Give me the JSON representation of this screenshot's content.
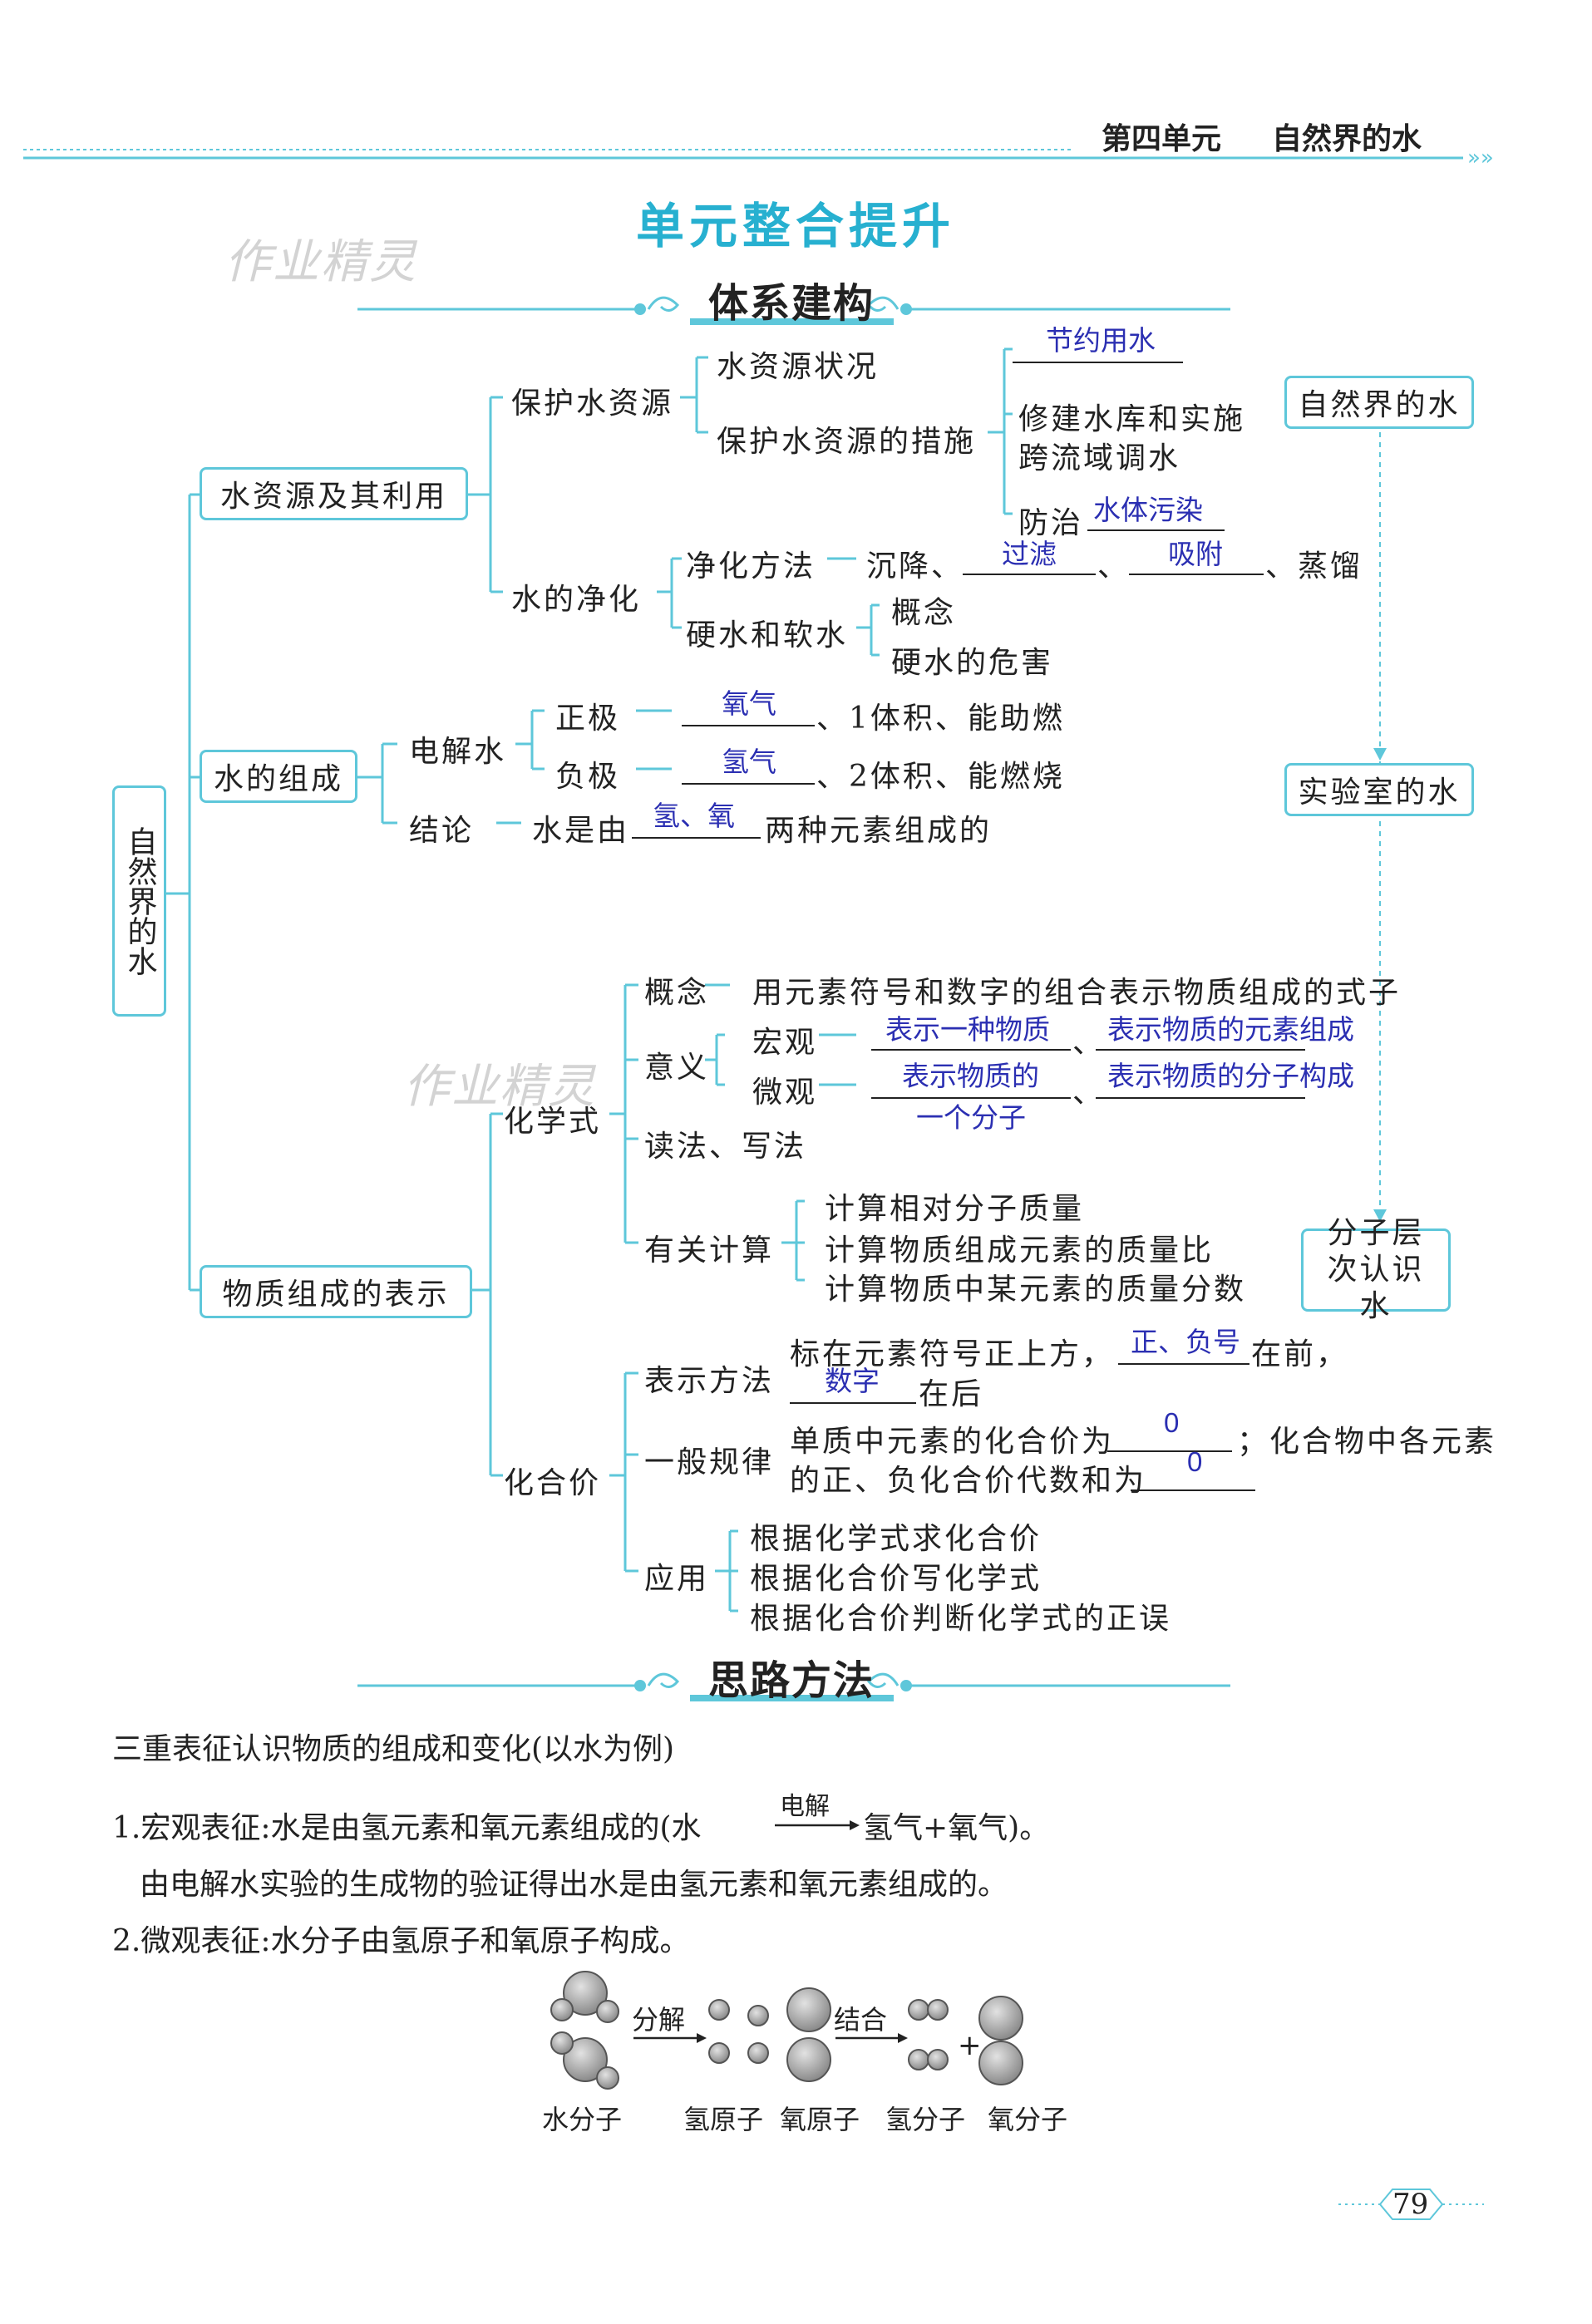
{
  "header": {
    "unit": "第四单元",
    "topic": "自然界的水",
    "page_number": "79"
  },
  "title": "单元整合提升",
  "watermark": "作业精灵",
  "section1": "体系建构",
  "section2": "思路方法",
  "root": "自然界的水",
  "l1": [
    "水资源及其利用",
    "水的组成",
    "物质组成的表示"
  ],
  "right_boxes": [
    "自然界的水",
    "实验室的水",
    "分子层次认识水"
  ],
  "water_res": {
    "protect": "保护水资源",
    "status": "水资源状况",
    "measures": "保护水资源的措施",
    "save": "节约用水",
    "reservoir": "修建水库和实施",
    "transfer": "跨流域调水",
    "prevent": "防治",
    "pollution": "水体污染",
    "purify": "水的净化",
    "method": "净化方法",
    "settle": "沉降、",
    "filter": "过滤",
    "sep": "、",
    "adsorb": "吸附",
    "distill": "、蒸馏",
    "hard": "硬水和软水",
    "concept": "概念",
    "harm": "硬水的危害"
  },
  "composition": {
    "electrolysis": "电解水",
    "positive": "正极",
    "o2": "氧气",
    "pos_text": "、1体积、能助燃",
    "negative": "负极",
    "h2": "氢气",
    "neg_text": "、2体积、能燃烧",
    "conclusion": "结论",
    "made_of": "水是由",
    "elements": "氢、氧",
    "two_elements": "两种元素组成的"
  },
  "formula": {
    "name": "化学式",
    "concept": "概念",
    "concept_text": "用元素符号和数字的组合表示物质组成的式子",
    "meaning": "意义",
    "macro": "宏观",
    "macro_a1": "表示一种物质",
    "sep": "、",
    "macro_a2": "表示物质的元素组成",
    "micro": "微观",
    "micro_a1a": "表示物质的",
    "micro_a1b": "一个分子",
    "micro_a2": "表示物质的分子构成",
    "read": "读法、写法",
    "calc": "有关计算",
    "calc1": "计算相对分子质量",
    "calc2": "计算物质组成元素的质量比",
    "calc3": "计算物质中某元素的质量分数"
  },
  "valence": {
    "name": "化合价",
    "method": "表示方法",
    "method_text": "标在元素符号正上方，",
    "sign": "正、负号",
    "front": "在前，",
    "digit": "数字",
    "back": "在后",
    "rule": "一般规律",
    "rule_text1": "单质中元素的化合价为",
    "zero1": "0",
    "rule_text2": "；化合物中各元素",
    "rule_text3": "的正、负化合价代数和为",
    "zero2": "0",
    "apply": "应用",
    "app1": "根据化学式求化合价",
    "app2": "根据化合价写化学式",
    "app3": "根据化合价判断化学式的正误"
  },
  "methods": {
    "intro": "三重表征认识物质的组成和变化(以水为例)",
    "p1a": "1.宏观表征:水是由氢元素和氧元素组成的(水",
    "arrow_label": "电解",
    "p1b": "氢气+氧气)。",
    "p1c": "由电解水实验的生成物的验证得出水是由氢元素和氧元素组成的。",
    "p2": "2.微观表征:水分子由氢原子和氧原子构成。",
    "decompose": "分解",
    "combine": "结合",
    "labels": [
      "水分子",
      "氢原子",
      "氧原子",
      "氢分子",
      "氧分子"
    ]
  },
  "colors": {
    "accent": "#27b0d0",
    "box_border": "#5ec7da",
    "answer": "#2b2fb2"
  }
}
